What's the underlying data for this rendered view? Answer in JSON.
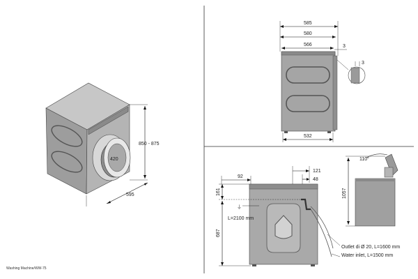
{
  "caption": "Washing Machine/WW-75",
  "iso_view": {
    "height_label": "850 - 875",
    "depth_label": "595",
    "door_label": "420"
  },
  "top_view": {
    "w585": "585",
    "w580": "580",
    "w566": "566",
    "gap3a": "3",
    "gap3b": "3",
    "w532": "532"
  },
  "rear_view": {
    "d92": "92",
    "d121": "121",
    "d48": "48",
    "d161": "161",
    "d687": "687",
    "cable": "L=2100 mm",
    "outlet": "Outlet di Ø 20, L=1600 mm",
    "inlet": "Water inlet, L=1500 mm"
  },
  "side_view": {
    "angle": "110°",
    "height": "1057"
  }
}
